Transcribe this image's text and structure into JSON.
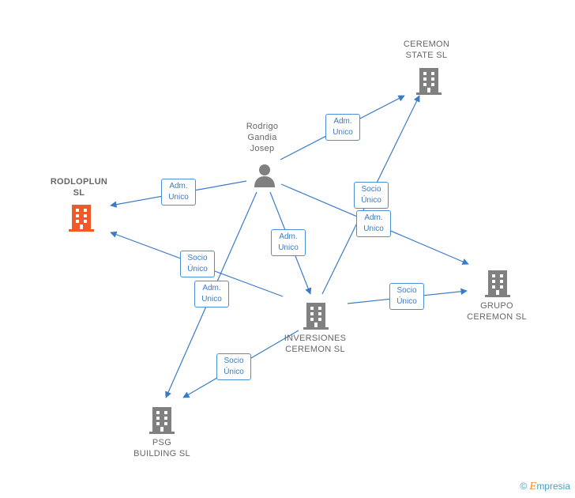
{
  "nodes": {
    "ceremon_state": {
      "label": "CEREMON\nSTATE  SL",
      "type": "company"
    },
    "rodrigo": {
      "label": "Rodrigo\nGandia\nJosep",
      "type": "person"
    },
    "rodloplun": {
      "label": "RODLOPLUN\nSL",
      "type": "company-main"
    },
    "grupo_ceremon": {
      "label": "GRUPO\nCEREMON  SL",
      "type": "company"
    },
    "inversiones": {
      "label": "INVERSIONES\nCEREMON  SL",
      "type": "company"
    },
    "psg": {
      "label": "PSG\nBUILDING  SL",
      "type": "company"
    }
  },
  "edge_labels": {
    "rod_state": "Adm.\nUnico",
    "rod_rodloplun": "Adm.\nUnico",
    "inv_state": "Socio\nÚnico",
    "rod_grupo": "Adm.\nUnico",
    "rod_inv": "Adm.\nUnico",
    "inv_rodloplun": "Socio\nÚnico",
    "rod_psg": "Adm.\nUnico",
    "inv_grupo": "Socio\nÚnico",
    "inv_psg": "Socio\nÚnico"
  },
  "colors": {
    "edge": "#3a7bc8",
    "building": "#808080",
    "main_building": "#f05a28",
    "person": "#808080"
  },
  "footer": {
    "copyright": "©",
    "brand_e": "E",
    "brand_rest": "mpresia"
  }
}
